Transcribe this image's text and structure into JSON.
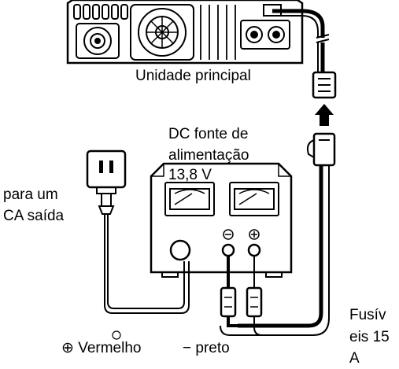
{
  "labels": {
    "main_unit": "Unidade principal",
    "dc_source_line1": "DC fonte de",
    "dc_source_line2": "alimentação",
    "dc_source_line3": "13,8 V",
    "outlet_line1": "para um",
    "outlet_line2": "CA saída",
    "fuse_line1": "Fusív",
    "fuse_line2": "eis 15",
    "fuse_line3": "A",
    "red_label": "⊕ Vermelho",
    "black_label": "− preto"
  },
  "terminal_symbols": {
    "negative": "⊖",
    "positive": "⊕"
  },
  "colors": {
    "line": "#000000",
    "background": "#ffffff"
  }
}
